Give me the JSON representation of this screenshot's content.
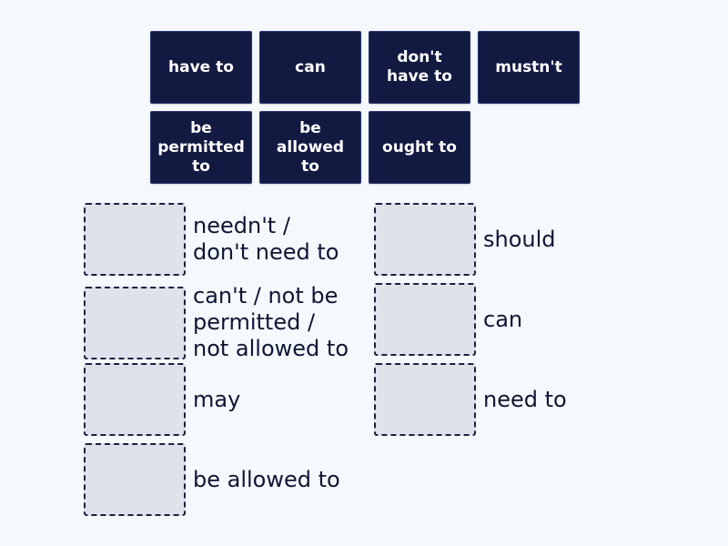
{
  "tiles": [
    {
      "label": "have to"
    },
    {
      "label": "can"
    },
    {
      "label": "don't\nhave to"
    },
    {
      "label": "mustn't"
    },
    {
      "label": "be\npermitted\nto"
    },
    {
      "label": "be\nallowed to"
    },
    {
      "label": "ought to"
    }
  ],
  "targets": [
    {
      "label": "needn't /\ndon't need to"
    },
    {
      "label": "can't / not be\npermitted /\nnot allowed to"
    },
    {
      "label": "may"
    },
    {
      "label": "be allowed to"
    },
    {
      "label": "should"
    },
    {
      "label": "can"
    },
    {
      "label": "need to"
    }
  ],
  "colors": {
    "tile_background": "#121a42",
    "tile_text": "#ffffff",
    "drop_box_background": "#dfe2ea",
    "drop_box_border": "#1b2140",
    "page_background": "#f5f8fc",
    "label_text": "#0f1633"
  }
}
